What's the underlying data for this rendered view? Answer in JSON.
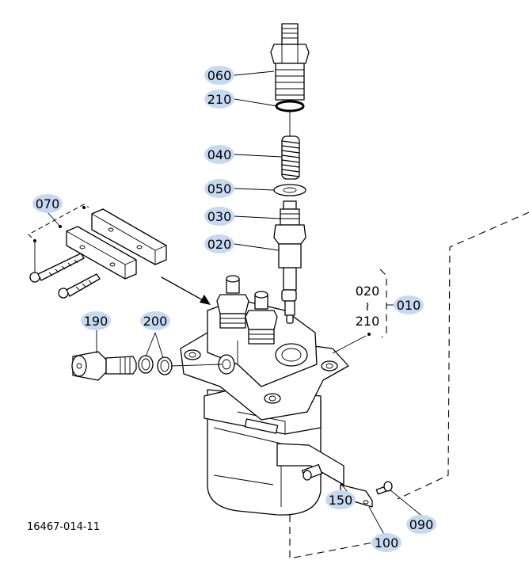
{
  "drawing_number": "16467-014-11",
  "range_note": {
    "from": "020",
    "separator": "≀",
    "to": "210"
  },
  "callouts": {
    "p060": "060",
    "p210": "210",
    "p040": "040",
    "p050": "050",
    "p030": "030",
    "p020": "020",
    "p070": "070",
    "p010": "010",
    "p190": "190",
    "p200": "200",
    "p150": "150",
    "p090": "090",
    "p100": "100"
  },
  "colors": {
    "callout_highlight": "#c6d9f1",
    "line": "#000000"
  }
}
